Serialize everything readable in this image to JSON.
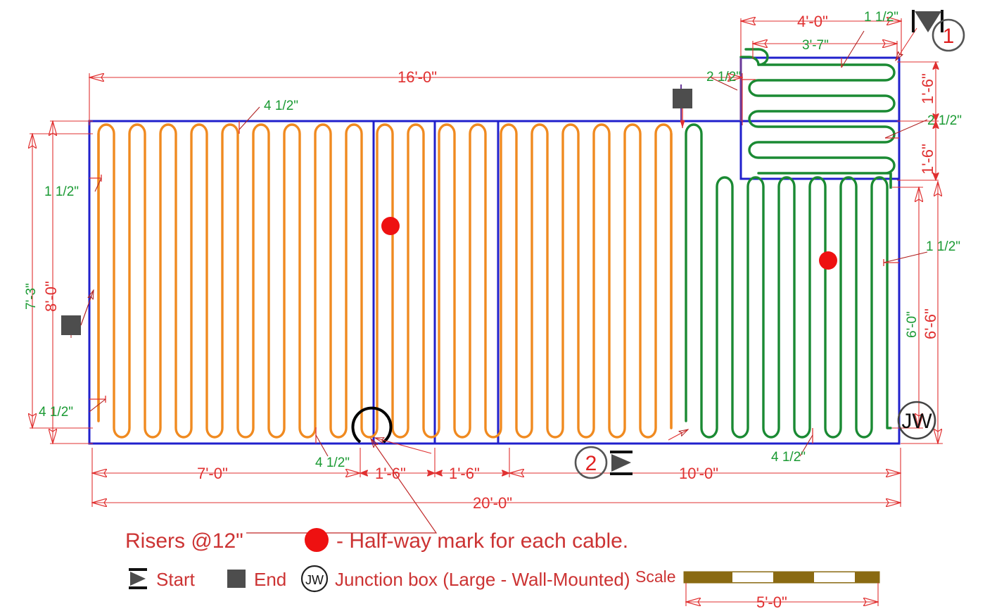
{
  "drawing": {
    "title": "Radiant floor cable layout plan",
    "colors": {
      "dimension_red": "#e03030",
      "dimension_green": "#1a9a33",
      "room_outline_blue": "#2020cc",
      "cable_zone_1_orange": "#f08a20",
      "cable_zone_2_green": "#1a8a33",
      "marker_red": "#ee1111",
      "end_square_gray": "#4d4d4d",
      "tag_circle_gray": "#555555",
      "scale_bar_brown": "#8a6a12"
    }
  },
  "dimensions": {
    "top_overall": {
      "label": "16'-0\"",
      "color": "red"
    },
    "top_right_outer": {
      "label": "4'-0\"",
      "color": "red"
    },
    "top_right_inner": {
      "label": "3'-7\"",
      "color": "green"
    },
    "top_right_offset": {
      "label": "1 1/2\"",
      "color": "green"
    },
    "left_outer": {
      "label": "7'-3\"",
      "color": "green"
    },
    "left_inner": {
      "label": "8'-0\"",
      "color": "red"
    },
    "left_top_gap": {
      "label": "1 1/2\"",
      "color": "green"
    },
    "left_bottom_gap": {
      "label": "4 1/2\"",
      "color": "green"
    },
    "right_upper_a": {
      "label": "1'-6\"",
      "color": "red"
    },
    "right_upper_b": {
      "label": "1'-6\"",
      "color": "red"
    },
    "right_mid_offset": {
      "label": "2 1/2\"",
      "color": "green"
    },
    "right_lower_inner": {
      "label": "6'-0\"",
      "color": "green"
    },
    "right_lower_outer": {
      "label": "6'-6\"",
      "color": "red"
    },
    "right_lower_gap": {
      "label": "1 1/2\"",
      "color": "green"
    },
    "top_left_zone_gap": {
      "label": "4 1/2\"",
      "color": "green"
    },
    "top_green_zone_gap": {
      "label": "2 1/2\"",
      "color": "green"
    },
    "bottom_left_gap": {
      "label": "4 1/2\"",
      "color": "green"
    },
    "bottom_right_gap": {
      "label": "4 1/2\"",
      "color": "green"
    },
    "bottom_a": {
      "label": "7'-0\"",
      "color": "red"
    },
    "bottom_b": {
      "label": "1'-6\"",
      "color": "red"
    },
    "bottom_c": {
      "label": "1'-6\"",
      "color": "red"
    },
    "bottom_d": {
      "label": "10'-0\"",
      "color": "red"
    },
    "bottom_overall": {
      "label": "20'-0\"",
      "color": "red"
    }
  },
  "tags": {
    "cable_1": "1",
    "cable_2": "2",
    "junction_box": "JW"
  },
  "notes": {
    "risers": "Risers @12\"",
    "halfway": "- Half-way mark for each cable."
  },
  "legend": {
    "start": "Start",
    "end": "End",
    "junction_box": "Junction box (Large - Wall-Mounted)",
    "scale_label": "Scale",
    "scale_value": "5'-0\""
  }
}
